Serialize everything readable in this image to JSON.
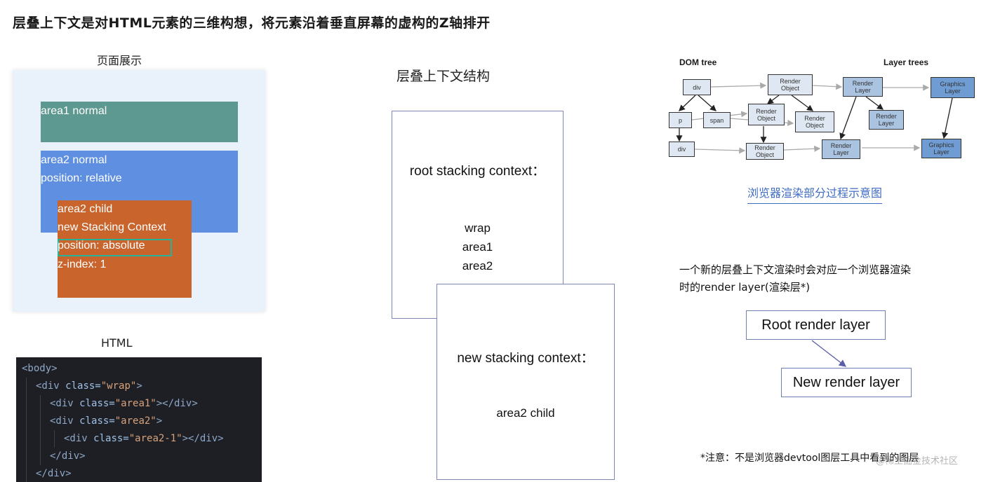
{
  "title": "层叠上下文是对HTML元素的三维构想，将元素沿着垂直屏幕的虚构的Z轴排开",
  "preview": {
    "caption": "页面展示",
    "area1": "area1 normal",
    "area2_line1": "area2 normal",
    "area2_line2": "position: relative",
    "child_line1": "area2 child",
    "child_line2": "new Stacking Context",
    "child_line3": "position: absolute",
    "child_line4": "z-index: 1",
    "colors": {
      "area1": "#5d9990",
      "area2": "#5f8fe0",
      "child": "#c8642c",
      "highlight": "#27b39a"
    }
  },
  "code": {
    "caption": "HTML",
    "lines": [
      {
        "tag_open": "<body>"
      },
      {
        "tag_open": "<div ",
        "attr": "class=",
        "value": "\"wrap\"",
        "tag_close": ">"
      },
      {
        "tag_open": "<div ",
        "attr": "class=",
        "value": "\"area1\"",
        "tag_close": "></div>"
      },
      {
        "tag_open": "<div ",
        "attr": "class=",
        "value": "\"area2\"",
        "tag_close": ">"
      },
      {
        "tag_open": "<div ",
        "attr": "class=",
        "value": "\"area2-1\"",
        "tag_close": "></div>"
      },
      {
        "tag_open": "</div>"
      },
      {
        "tag_open": "</div>"
      }
    ]
  },
  "structure": {
    "caption": "层叠上下文结构",
    "root_title": "root stacking context：",
    "root_items": [
      "wrap",
      "area1",
      "area2"
    ],
    "child_title": "new stacking context：",
    "child_item": "area2 child"
  },
  "layers": {
    "dom_label": "DOM tree",
    "layer_label": "Layer trees",
    "nodes": {
      "div1": "div",
      "p": "p",
      "span": "span",
      "div2": "div",
      "ro1": "Render\nObject",
      "ro2": "Render\nObject",
      "ro3": "Render\nObject",
      "ro4": "Render\nObject",
      "rl1": "Render\nLayer",
      "rl2": "Render\nLayer",
      "rl3": "Render\nLayer",
      "gl1": "Graphics\nLayer",
      "gl2": "Graphics\nLayer"
    },
    "caption": "浏览器渲染部分过程示意图"
  },
  "explain": {
    "line1": "一个新的层叠上下文渲染时会对应一个浏览器渲染",
    "line2": "时的render layer(渲染层*)",
    "root_layer": "Root render layer",
    "new_layer": "New render layer",
    "footnote": "*注意：不是浏览器devtool图层工具中看到的图层",
    "watermark": "@稀土掘金技术社区"
  }
}
